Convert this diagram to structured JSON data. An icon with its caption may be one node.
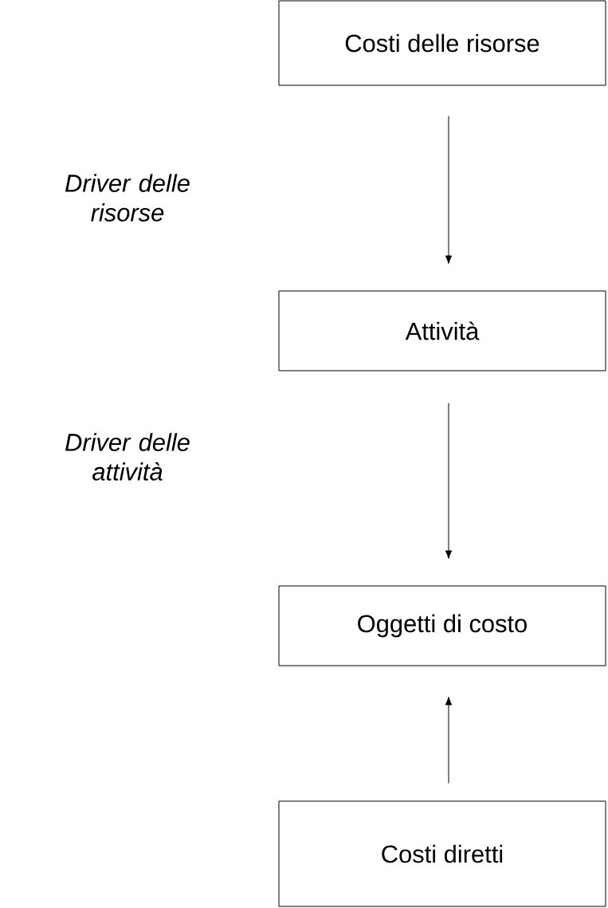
{
  "diagram": {
    "nodes": [
      {
        "text": [
          "Costi delle risorse"
        ]
      },
      {
        "text": [
          "Attività"
        ]
      },
      {
        "text": [
          "Oggetti di costo"
        ]
      },
      {
        "text": [
          "Costi diretti"
        ]
      }
    ],
    "edges": [
      {
        "from": 0,
        "to": 1,
        "arrow": "to"
      },
      {
        "from": 1,
        "to": 2,
        "arrow": "to"
      },
      {
        "from": 3,
        "to": 2,
        "arrow": "to"
      }
    ],
    "labels": [
      "Driver delle risorse",
      "Driver delle attività"
    ]
  }
}
